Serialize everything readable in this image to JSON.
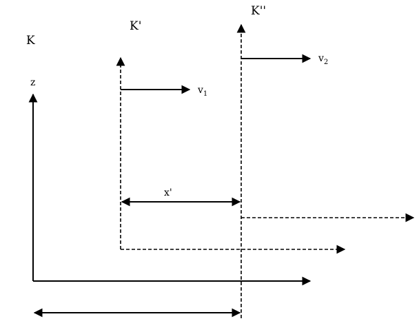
{
  "frames": {
    "k": {
      "label": "K"
    },
    "k_prime": {
      "label": "K'"
    },
    "k_double_prime": {
      "label": "K''"
    }
  },
  "axis_label": {
    "z": "z"
  },
  "velocities": {
    "v1": {
      "base": "v",
      "subscript": "1"
    },
    "v2": {
      "base": "v",
      "subscript": "2"
    }
  },
  "separation_label": "x'",
  "colors": {
    "ink": "#000000",
    "background": "#ffffff"
  }
}
